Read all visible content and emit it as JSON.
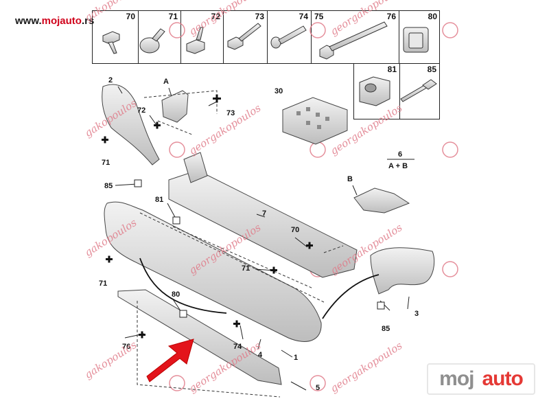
{
  "site": {
    "url_prefix": "www.",
    "url_brand": "mojauto",
    "url_suffix": ".rs"
  },
  "logo": {
    "part1": "moj",
    "part2": "auto"
  },
  "watermark": {
    "text": "georgakopoulos",
    "text_short": "gakopoulos"
  },
  "fastener_numbers": [
    "70",
    "71",
    "72",
    "73",
    "74",
    "75",
    "76",
    "80",
    "81",
    "85"
  ],
  "callouts": {
    "c2": "2",
    "cA": "A",
    "c72": "72",
    "c73": "73",
    "c71a": "71",
    "c85a": "85",
    "c30": "30",
    "c6": "6",
    "cAB": "A + B",
    "cB": "B",
    "c81": "81",
    "c7": "7",
    "c70": "70",
    "c71b": "71",
    "c71c": "71",
    "c80": "80",
    "c3": "3",
    "c85b": "85",
    "c76": "76",
    "c74": "74",
    "c4": "4",
    "c1": "1",
    "c5": "5"
  },
  "colors": {
    "brand_red": "#d0021b",
    "watermark": "#e07b89",
    "arrow": "#e3141b",
    "part_fill": "#d9d9d9"
  }
}
